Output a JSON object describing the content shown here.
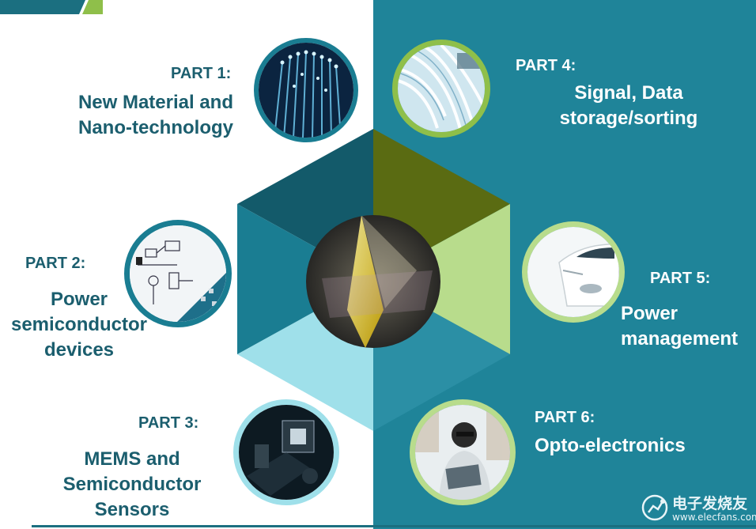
{
  "parts": [
    {
      "part": "PART 1:",
      "title_lines": [
        "New Material and",
        "Nano-technology"
      ]
    },
    {
      "part": "PART 2:",
      "title_lines": [
        "Power",
        "semiconductor",
        "devices"
      ]
    },
    {
      "part": "PART 3:",
      "title_lines": [
        "MEMS and",
        "Semiconductor",
        "Sensors"
      ]
    },
    {
      "part": "PART 4:",
      "title_lines": [
        "Signal, Data",
        "storage/sorting"
      ]
    },
    {
      "part": "PART 5:",
      "title_lines": [
        "Power",
        "management"
      ]
    },
    {
      "part": "PART 6:",
      "title_lines": [
        "Opto-electronics"
      ]
    }
  ],
  "watermark": {
    "name": "电子发烧友",
    "url": "www.elecfans.com"
  },
  "colors": {
    "teal_bg": "#1f8499",
    "dark_text": "#1b5e6e",
    "hex_dark": "#135a6a",
    "hex_olive": "#5a6b12",
    "hex_light_green": "#b8dc8c",
    "hex_light_blue": "#9fe0ea",
    "hex_teal": "#1a7d92",
    "ring_green": "#8fbf4a"
  },
  "icons": [
    "fiber-optic-photo",
    "circuit-board-photo",
    "mems-sensor-photo",
    "network-cables-photo",
    "white-car-photo",
    "person-with-device-photo",
    "crystal-center-photo",
    "elecfans-logo-icon"
  ]
}
